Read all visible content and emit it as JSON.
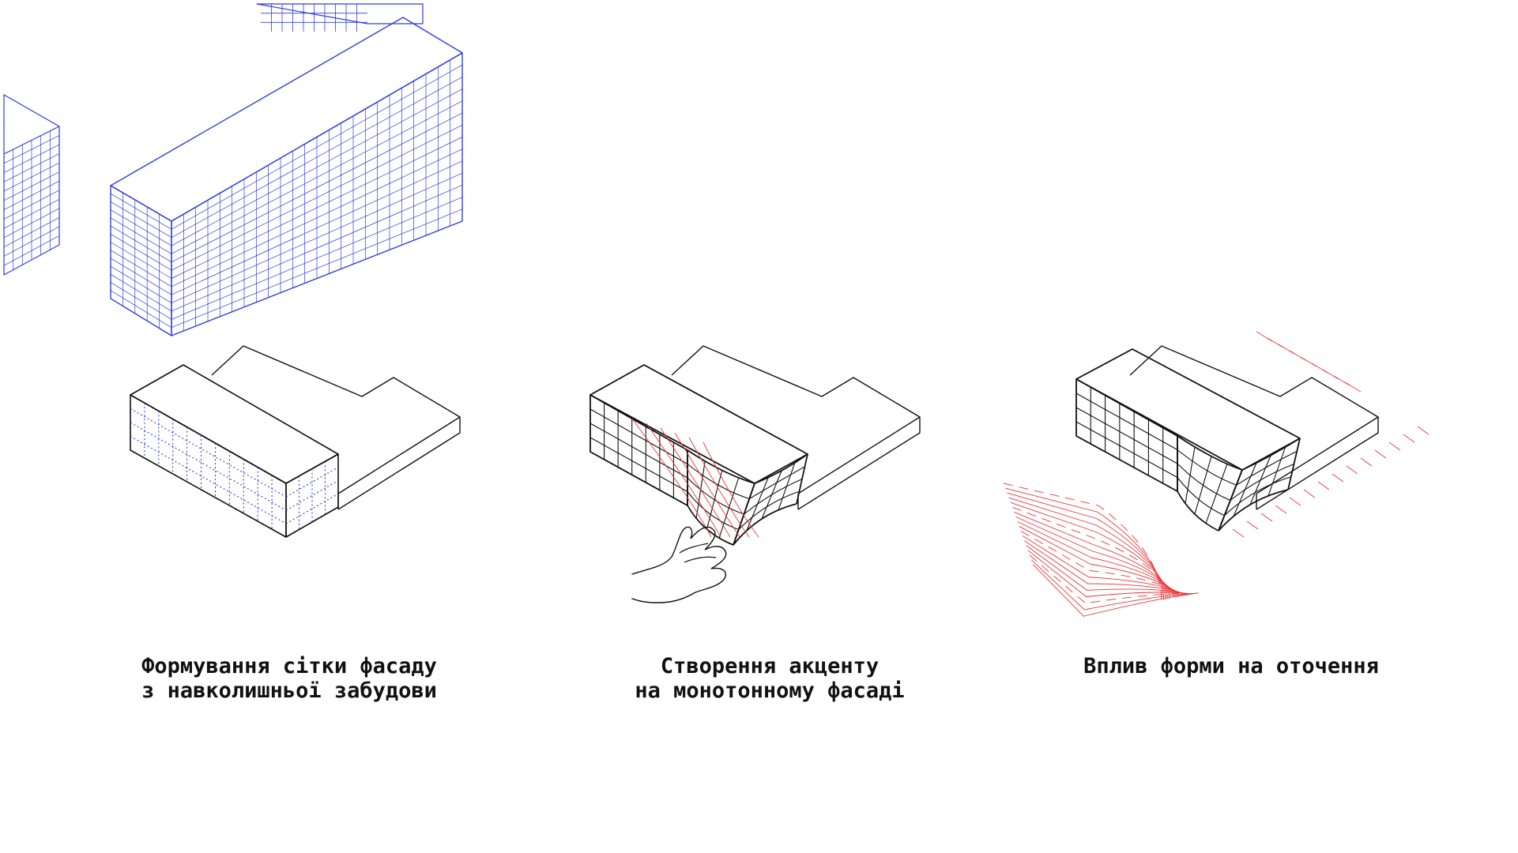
{
  "colors": {
    "context_grid": "#2f3ee0",
    "outline": "#111111",
    "accent_lines": "#e8373c",
    "background": "#ffffff"
  },
  "captions": [
    {
      "line1": "Формування сітки фасаду",
      "line2": "з навколишньої забудови"
    },
    {
      "line1": "Створення акценту",
      "line2": "на монотонному фасаді"
    },
    {
      "line1": "Вплив форми на оточення",
      "line2": ""
    }
  ]
}
